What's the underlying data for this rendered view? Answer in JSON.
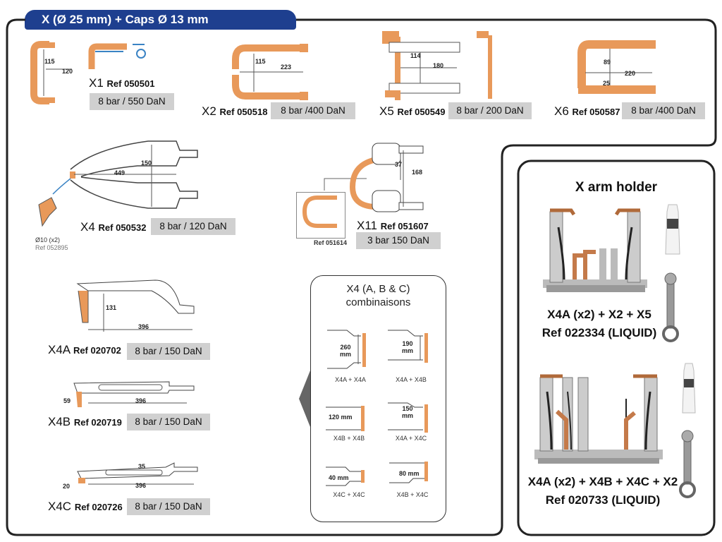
{
  "header": {
    "title": "X (Ø 25 mm) + Caps Ø 13 mm"
  },
  "arms": {
    "x1": {
      "name": "X1",
      "ref": "Ref 050501",
      "spec": "8 bar / 550 DaN",
      "d1": "115",
      "d2": "120"
    },
    "x2": {
      "name": "X2",
      "ref": "Ref 050518",
      "spec": "8 bar /400 DaN",
      "d1": "115",
      "d2": "223"
    },
    "x5": {
      "name": "X5",
      "ref": "Ref 050549",
      "spec": "8 bar / 200 DaN",
      "d1": "114",
      "d2": "180"
    },
    "x6": {
      "name": "X6",
      "ref": "Ref 050587",
      "spec": "8 bar /400 DaN",
      "d1": "89",
      "d2": "220",
      "d3": "25"
    },
    "x4": {
      "name": "X4",
      "ref": "Ref 050532",
      "spec": "8 bar / 120 DaN",
      "d1": "150",
      "d2": "449",
      "tip_label": "Ø10 (x2)",
      "tip_ref": "Ref 052895"
    },
    "x11": {
      "name": "X11",
      "ref": "Ref 051607",
      "spec": "3 bar 150 DaN",
      "d1": "37",
      "d2": "168",
      "inset_ref": "Ref 051614"
    },
    "x4a": {
      "name": "X4A",
      "ref": "Ref 020702",
      "spec": "8 bar / 150 DaN",
      "d1": "131",
      "d2": "396"
    },
    "x4b": {
      "name": "X4B",
      "ref": "Ref 020719",
      "spec": "8 bar / 150 DaN",
      "d1": "59",
      "d2": "396"
    },
    "x4c": {
      "name": "X4C",
      "ref": "Ref 020726",
      "spec": "8 bar / 150 DaN",
      "d1": "35",
      "d2": "396",
      "d3": "20"
    }
  },
  "combinations": {
    "title_line1": "X4 (A, B & C)",
    "title_line2": "combinaisons",
    "items": [
      {
        "dim_line1": "260",
        "dim_line2": "mm",
        "label": "X4A + X4A"
      },
      {
        "dim_line1": "190",
        "dim_line2": "mm",
        "label": "X4A + X4B"
      },
      {
        "dim_line1": "120 mm",
        "dim_line2": "",
        "label": "X4B + X4B"
      },
      {
        "dim_line1": "150",
        "dim_line2": "mm",
        "label": "X4A + X4C"
      },
      {
        "dim_line1": "40 mm",
        "dim_line2": "",
        "label": "X4C + X4C"
      },
      {
        "dim_line1": "80 mm",
        "dim_line2": "",
        "label": "X4B + X4C"
      }
    ]
  },
  "holder": {
    "title": "X arm holder",
    "kit1_line1": "X4A (x2) + X2 + X5",
    "kit1_line2": "Ref 022334 (LIQUID)",
    "kit2_line1": "X4A (x2) + X4B + X4C + X2",
    "kit2_line2": "Ref 020733 (LIQUID)"
  },
  "colors": {
    "header_blue": "#1e3f8f",
    "arm_orange": "#e8995a",
    "spec_grey": "#d0d0d0"
  }
}
